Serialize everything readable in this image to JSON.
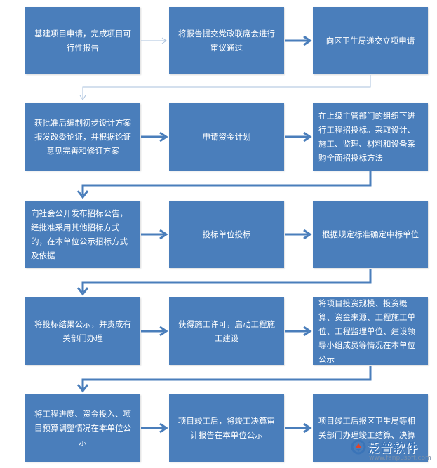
{
  "flow": {
    "steps": [
      "基建项目申请，完成项目可行性报告",
      "将报告提交党政联席会进行审议通过",
      "向区卫生局递交立项申请",
      "获批准后编制初步设计方案报发改委论证，并根据论证意见完善和修订方案",
      "申请资金计划",
      "在上级主管部门的组织下进行工程招投标。采取设计、施工、监理、材料和设备采购全面招投标方法",
      "向社会公开发布招标公告，经批准采用其他招标方式的，在本单位公示招标方式及依据",
      "投标单位投标",
      "根据规定标准确定中标单位",
      "将投标结果公示，并责成有关部门办理",
      "获得施工许可，启动工程施工建设",
      "将项目投资规模、投资概算、资金来源、工程施工单位、工程监理单位、建设领导小组成员等情况在本单位公示",
      "将工程进度、资金投入、项目预算调整情况在本单位公示",
      "项目竣工后，将竣工决算审计报告在本单位公示",
      "项目竣工后报区卫生局等相关部门办理竣工结算、决算"
    ]
  },
  "watermark": {
    "brand": "泛普软件",
    "url": "www.fanpusoft.com"
  },
  "colors": {
    "box": "#4a7ebb",
    "arrow": "#4a7ebb",
    "arrow_light": "#a9c1dd",
    "text": "#ffffff"
  }
}
